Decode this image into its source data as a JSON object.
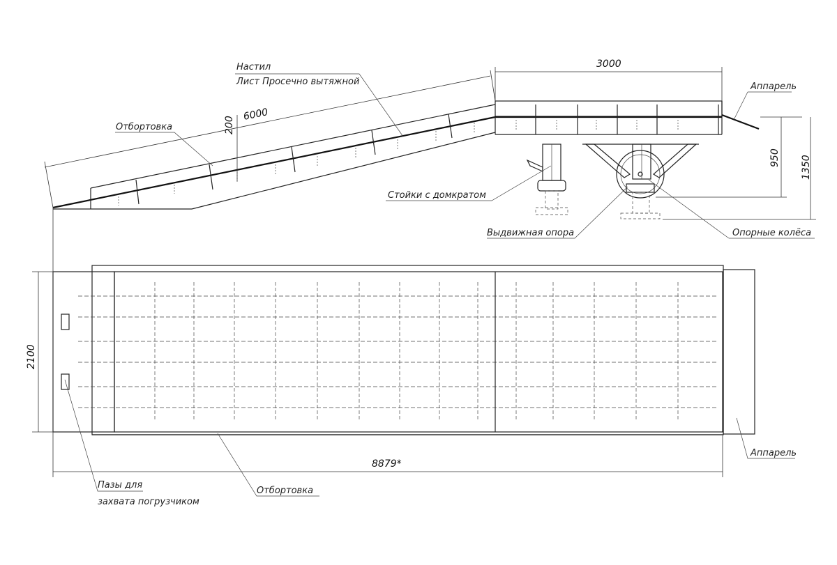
{
  "labels": {
    "nastil": "Настил",
    "list": "Лист Просечно вытяжной",
    "otbortovka_top": "Отбортовка",
    "apparel_top": "Аппарель",
    "stoyki": "Стойки с домкратом",
    "opora": "Выдвижная опора",
    "kolesa": "Опорные колёса",
    "apparel_bottom": "Аппарель",
    "pazy_1": "Пазы для",
    "pazy_2": "захвата погрузчиком",
    "otbortovka_bottom": "Отбортовка"
  },
  "dimensions": {
    "d6000": "6000",
    "d3000": "3000",
    "d200": "200",
    "d950": "950",
    "d1350": "1350",
    "d2100": "2100",
    "d8879": "8879*"
  }
}
